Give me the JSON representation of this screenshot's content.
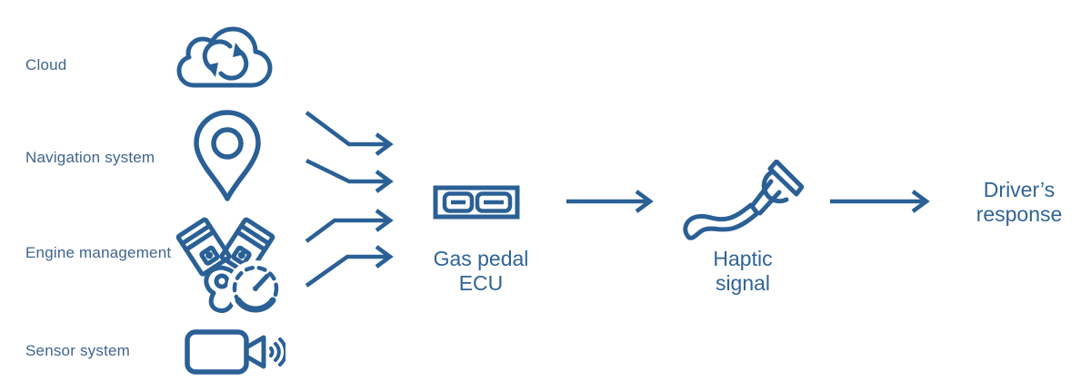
{
  "diagram": {
    "type": "flow-diagram",
    "description": "Signal flow from vehicle data sources through gas pedal ECU to haptic signal and driver response"
  },
  "colors": {
    "line": "#2a6095",
    "source_label": "#3e648e",
    "caption": "#2f6496",
    "background": "#ffffff"
  },
  "sources": [
    {
      "id": "cloud",
      "label": "Cloud",
      "icon": "cloud-sync-icon"
    },
    {
      "id": "navigation",
      "label": "Navigation system",
      "icon": "location-pin-icon"
    },
    {
      "id": "engine",
      "label": "Engine management",
      "icon": "engine-icon"
    },
    {
      "id": "sensor",
      "label": "Sensor system",
      "icon": "camera-sensor-icon"
    }
  ],
  "nodes": [
    {
      "id": "ecu",
      "label_line1": "Gas pedal",
      "label_line2": "ECU",
      "icon": "ecu-icon"
    },
    {
      "id": "haptic",
      "label_line1": "Haptic",
      "label_line2": "signal",
      "icon": "foot-pedal-icon"
    },
    {
      "id": "driver",
      "label_line1": "Driver’s",
      "label_line2": "response",
      "icon": null
    }
  ],
  "arrows": [
    {
      "from": "sources",
      "to": "ecu",
      "count": 4
    },
    {
      "from": "ecu",
      "to": "haptic"
    },
    {
      "from": "haptic",
      "to": "driver"
    }
  ]
}
